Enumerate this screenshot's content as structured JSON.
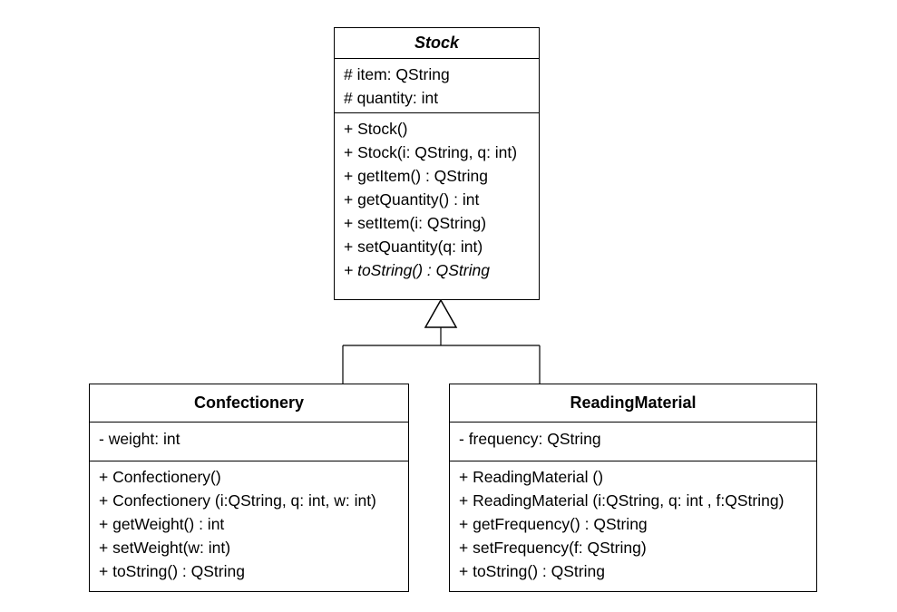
{
  "diagram": {
    "classes": {
      "stock": {
        "name": "Stock",
        "attributes": [
          "# item: QString",
          "# quantity: int"
        ],
        "operations": [
          "+ Stock()",
          "+ Stock(i: QString, q: int)",
          "+ getItem() : QString",
          "+ getQuantity() : int",
          "+ setItem(i: QString)",
          "+ setQuantity(q: int)",
          "+ toString() : QString"
        ]
      },
      "confectionery": {
        "name": "Confectionery",
        "attributes": [
          "- weight: int"
        ],
        "operations": [
          "+ Confectionery()",
          "+ Confectionery (i:QString, q: int, w: int)",
          "+ getWeight() : int",
          "+ setWeight(w: int)",
          "+ toString() : QString"
        ]
      },
      "reading_material": {
        "name": "ReadingMaterial",
        "attributes": [
          "- frequency: QString"
        ],
        "operations": [
          "+ ReadingMaterial ()",
          "+ ReadingMaterial (i:QString, q: int , f:QString)",
          "+ getFrequency() : QString",
          "+ setFrequency(f: QString)",
          "+ toString() : QString"
        ]
      }
    },
    "relationship": "generalization"
  }
}
